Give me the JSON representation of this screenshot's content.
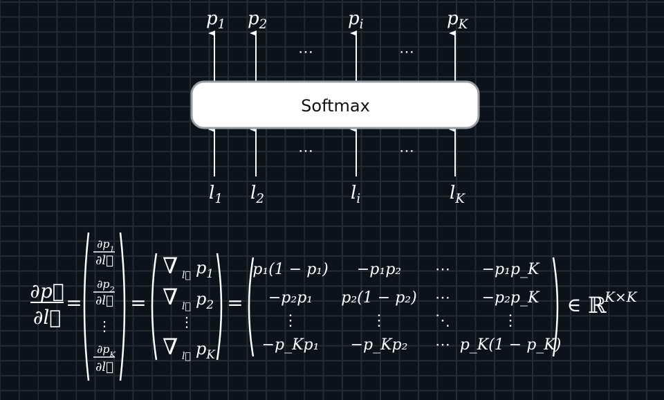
{
  "diagram": {
    "box_label": "Softmax",
    "outputs": [
      {
        "v": "p",
        "s": "1"
      },
      {
        "v": "p",
        "s": "2"
      },
      {
        "v": "p",
        "s": "i"
      },
      {
        "v": "p",
        "s": "K"
      }
    ],
    "inputs": [
      {
        "v": "l",
        "s": "1"
      },
      {
        "v": "l",
        "s": "2"
      },
      {
        "v": "l",
        "s": "i"
      },
      {
        "v": "l",
        "s": "K"
      }
    ],
    "ellipsis": "⋯"
  },
  "equation": {
    "lhs_num": "∂p⃗",
    "lhs_den": "∂l⃗",
    "eq": "=",
    "col1": [
      {
        "num": "∂p",
        "s": "1",
        "den": "∂l⃗"
      },
      {
        "num": "∂p",
        "s": "2",
        "den": "∂l⃗"
      },
      {
        "num": "∂p",
        "s": "K",
        "den": "∂l⃗"
      }
    ],
    "vdots": "⋮",
    "ddots": "⋱",
    "nabla": "∇",
    "nabla_sub": "l⃗",
    "col2": [
      {
        "v": "p",
        "s": "1"
      },
      {
        "v": "p",
        "s": "2"
      },
      {
        "v": "p",
        "s": "K"
      }
    ],
    "matrix": [
      [
        "p₁(1 − p₁)",
        "−p₁p₂",
        "⋯",
        "−p₁p_K"
      ],
      [
        "−p₂p₁",
        "p₂(1 − p₂)",
        "⋯",
        "−p₂p_K"
      ],
      [
        "⋮",
        "⋮",
        "⋱",
        "⋮"
      ],
      [
        "−p_Kp₁",
        "−p_Kp₂",
        "⋯",
        "p_K(1 − p_K)"
      ]
    ],
    "in": "∈",
    "reals": "ℝ",
    "dims": "K×K"
  }
}
